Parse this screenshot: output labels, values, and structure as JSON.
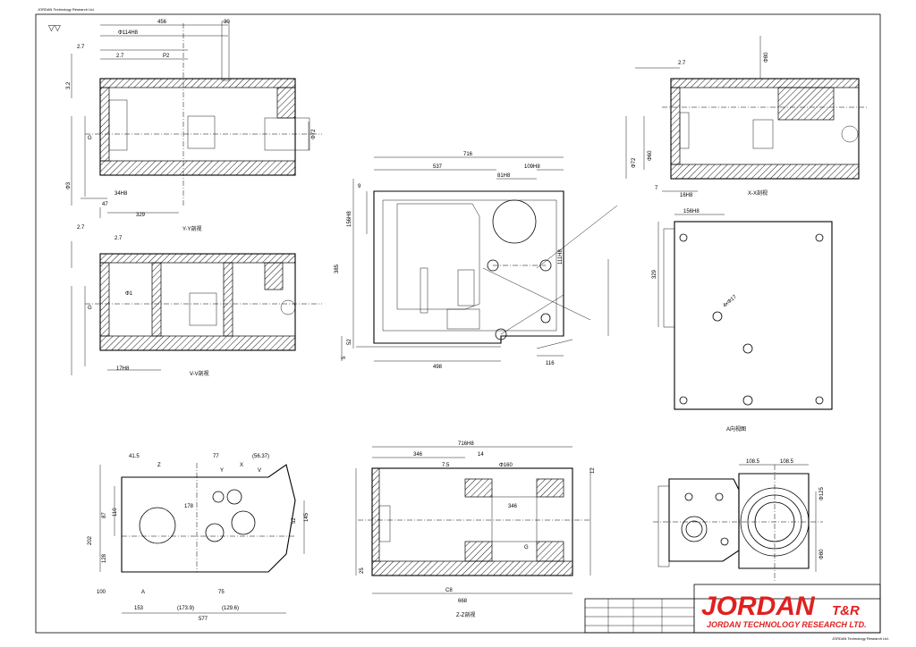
{
  "header": {
    "corner_note": "JORDAN Technology Research Ltd.",
    "finish_symbol": "▽▽"
  },
  "views": {
    "yy": {
      "caption": "Y-Y剖视",
      "dims": [
        "456",
        "30",
        "Φ114H8",
        "2.7",
        "2.7",
        "P2",
        "3.2",
        "Φ3",
        "34H8",
        "47",
        "329",
        "Φ72",
        "G"
      ]
    },
    "vv": {
      "caption": "V-V剖视",
      "dims": [
        "2.7",
        "2.7",
        "17H8",
        "Φ1",
        "G"
      ]
    },
    "front": {
      "dims": [
        "716",
        "537",
        "81H8",
        "109H8",
        "156H8",
        "385",
        "52",
        "5",
        "498",
        "116",
        "111H8",
        "9"
      ]
    },
    "xx": {
      "caption": "X-X剖视",
      "dims": [
        "2.7",
        "16H8",
        "7",
        "Φ72",
        "Φ60",
        "Φ80"
      ]
    },
    "top_right": {
      "caption": "A向视图",
      "dims": [
        "156H8",
        "329",
        "4xΦ17"
      ]
    },
    "left_bottom": {
      "dims": [
        "41.5",
        "77",
        "(56.37)",
        "Z",
        "Y",
        "X",
        "V",
        "178",
        "87",
        "110",
        "52",
        "202",
        "145",
        "128",
        "153",
        "100",
        "75",
        "(173.9)",
        "(129.6)",
        "577",
        "A"
      ]
    },
    "zz": {
      "caption": "Z-Z剖视",
      "dims": [
        "716H8",
        "346",
        "7.5",
        "14",
        "Φ160",
        "346",
        "G",
        "C8",
        "668",
        "12",
        "25"
      ]
    },
    "right_bottom": {
      "dims": [
        "108.5",
        "108.5",
        "Φ125",
        "Φ80"
      ]
    }
  },
  "title_block": {
    "company_main": "JORDAN",
    "company_tag": "T&R",
    "company_sub": "JORDAN TECHNOLOGY RESEARCH LTD.",
    "bottom_note": "JORDAN Technology Research Ltd."
  },
  "colors": {
    "logo_red": "#e02020",
    "ink": "#000000",
    "paper": "#ffffff"
  }
}
